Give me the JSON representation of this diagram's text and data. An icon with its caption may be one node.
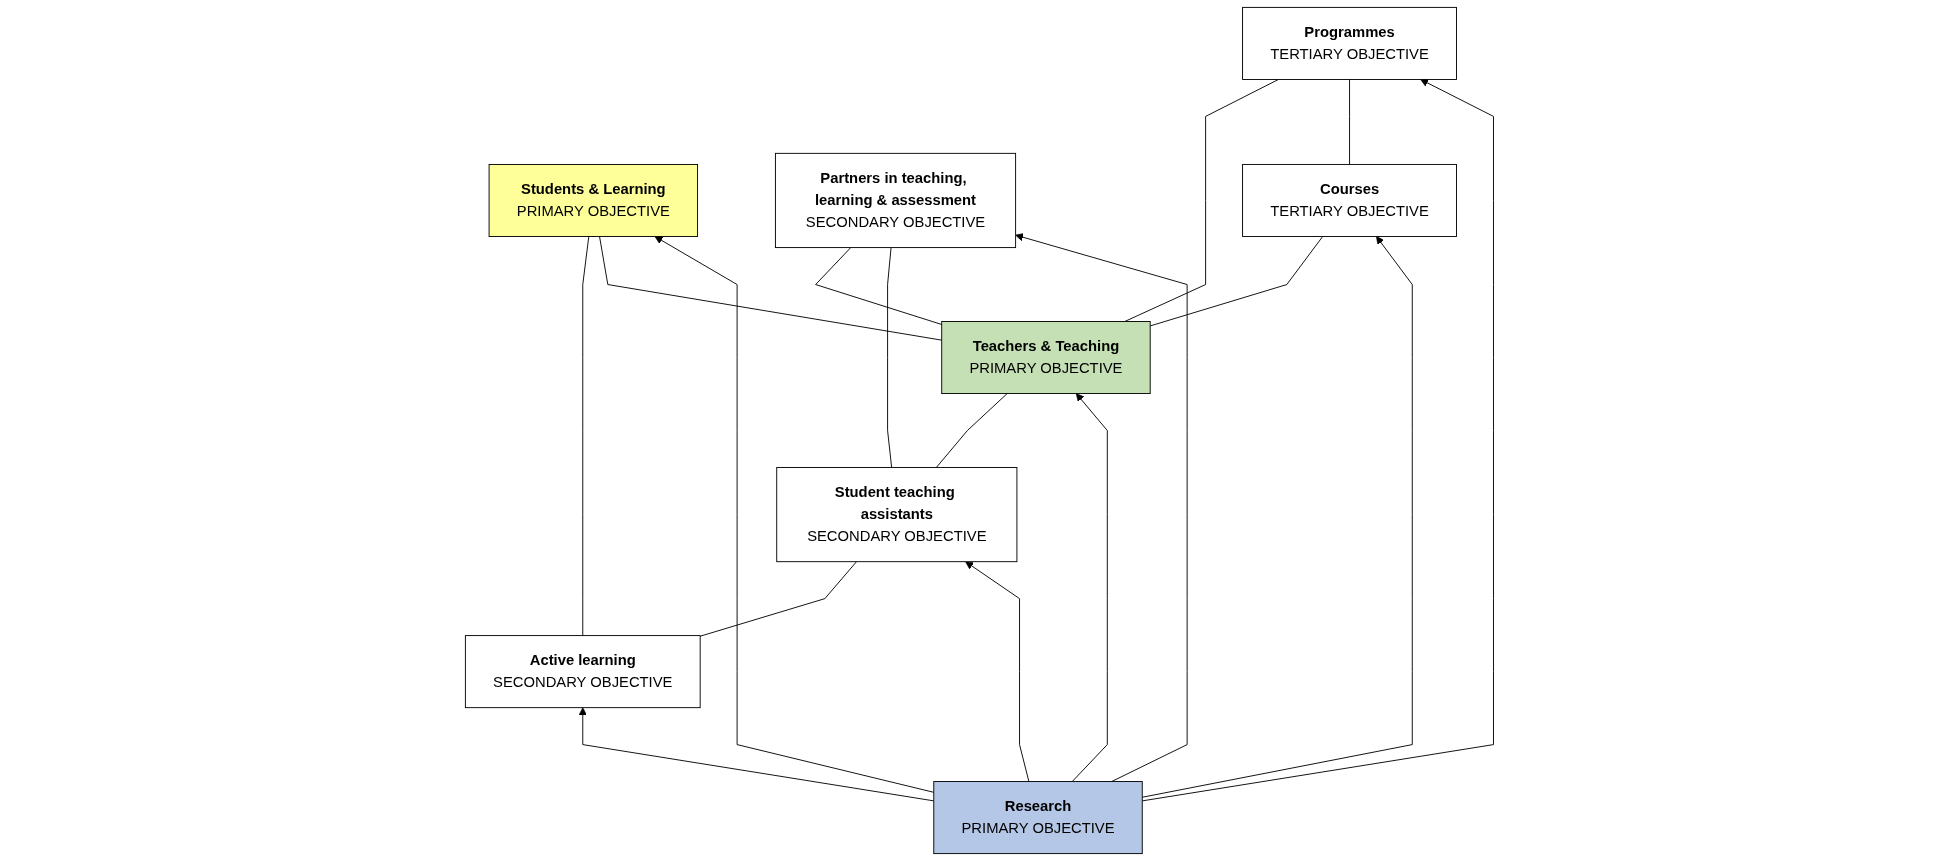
{
  "diagram": {
    "nodes": [
      {
        "text": [
          "Active learning",
          "SECONDARY OBJECTIVE"
        ]
      },
      {
        "text": [
          "Teachers & Teaching",
          "PRIMARY OBJECTIVE"
        ]
      },
      {
        "text": [
          "Programmes",
          "TERTIARY OBJECTIVE"
        ]
      },
      {
        "text": [
          "Student teaching assistants",
          "SECONDARY OBJECTIVE"
        ]
      },
      {
        "text": [
          "Students & Learning",
          "PRIMARY OBJECTIVE"
        ]
      },
      {
        "text": [
          "Partners in teaching, learning & assessment",
          "SECONDARY OBJECTIVE"
        ]
      },
      {
        "text": [
          "Courses",
          "TERTIARY OBJECTIVE"
        ]
      },
      {
        "text": [
          "Research",
          "PRIMARY OBJECTIVE"
        ]
      }
    ],
    "edges": [
      {
        "from": 0,
        "to": 4,
        "arrow": "none"
      },
      {
        "from": 0,
        "to": 3,
        "arrow": "none"
      },
      {
        "from": 1,
        "to": 5,
        "arrow": "none"
      },
      {
        "from": 3,
        "to": 1,
        "arrow": "none"
      },
      {
        "from": 1,
        "to": 4,
        "arrow": "none"
      },
      {
        "from": 1,
        "to": 2,
        "arrow": "none"
      },
      {
        "from": 1,
        "to": 6,
        "arrow": "none"
      },
      {
        "from": 6,
        "to": 2,
        "arrow": "none"
      },
      {
        "from": 3,
        "to": 5,
        "arrow": "none"
      },
      {
        "from": 7,
        "to": 0,
        "arrow": "to"
      },
      {
        "from": 7,
        "to": 3,
        "arrow": "to"
      },
      {
        "from": 7,
        "to": 5,
        "arrow": "to"
      },
      {
        "from": 7,
        "to": 4,
        "arrow": "to"
      },
      {
        "from": 7,
        "to": 1,
        "arrow": "to"
      },
      {
        "from": 7,
        "to": 6,
        "arrow": "to"
      },
      {
        "from": 7,
        "to": 2,
        "arrow": "to"
      }
    ]
  }
}
